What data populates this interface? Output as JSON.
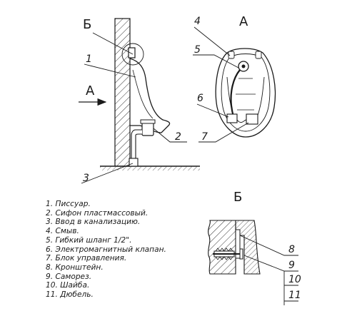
{
  "views": {
    "section_b": "Б",
    "view_a_marker": "А",
    "view_a_title": "А",
    "detail_b_title": "Б"
  },
  "callouts": {
    "c1": "1",
    "c2": "2",
    "c3": "3",
    "c4": "4",
    "c5": "5",
    "c6": "6",
    "c7": "7",
    "c8": "8",
    "c9": "9",
    "c10": "10",
    "c11": "11"
  },
  "legend": [
    "1. Писсуар.",
    "2. Сифон пластмассовый.",
    "3. Ввод в канализацию.",
    "4. Смыв.",
    "5. Гибкий шланг 1/2\".",
    "6. Электромагнитный клапан.",
    "7. Блок управления.",
    "8. Кронштейн.",
    "9. Саморез.",
    "10. Шайба.",
    "11. Дюбель."
  ]
}
